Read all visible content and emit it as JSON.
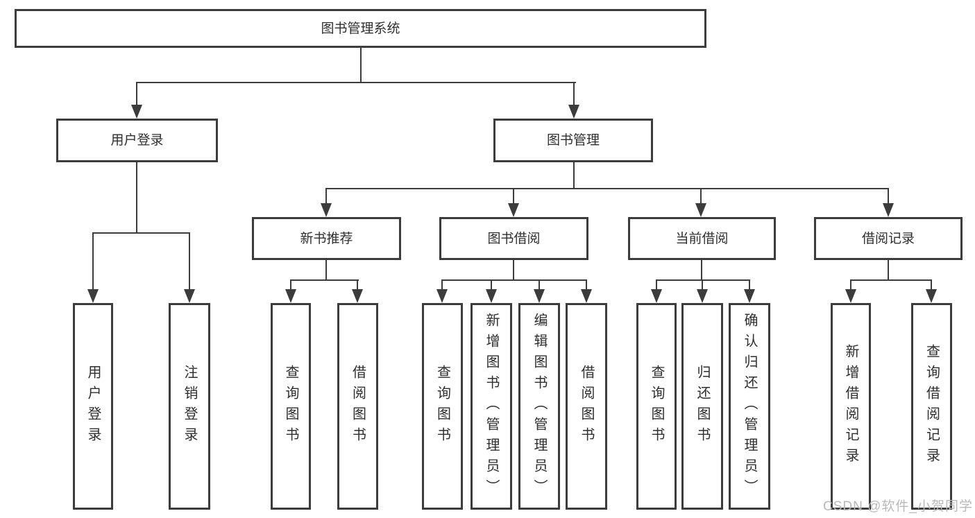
{
  "colors": {
    "line": "#3c3c3c",
    "text": "#2e2e2e",
    "watermark": "#b9b9b9",
    "background": "#ffffff"
  },
  "watermark": "CSDN @软件_小贺同学",
  "tree": {
    "root": {
      "label": "图书管理系统"
    },
    "branches": [
      {
        "label": "用户登录",
        "children": [
          {
            "label": "用户登录"
          },
          {
            "label": "注销登录"
          }
        ]
      },
      {
        "label": "图书管理",
        "children": [
          {
            "label": "新书推荐",
            "children": [
              {
                "label": "查询图书"
              },
              {
                "label": "借阅图书"
              }
            ]
          },
          {
            "label": "图书借阅",
            "children": [
              {
                "label": "查询图书"
              },
              {
                "label": "新增图书（管理员）"
              },
              {
                "label": "编辑图书（管理员）"
              },
              {
                "label": "借阅图书"
              }
            ]
          },
          {
            "label": "当前借阅",
            "children": [
              {
                "label": "查询图书"
              },
              {
                "label": "归还图书"
              },
              {
                "label": "确认归还（管理员）"
              }
            ]
          },
          {
            "label": "借阅记录",
            "children": [
              {
                "label": "新增借阅记录"
              },
              {
                "label": "查询借阅记录"
              }
            ]
          }
        ]
      }
    ]
  }
}
